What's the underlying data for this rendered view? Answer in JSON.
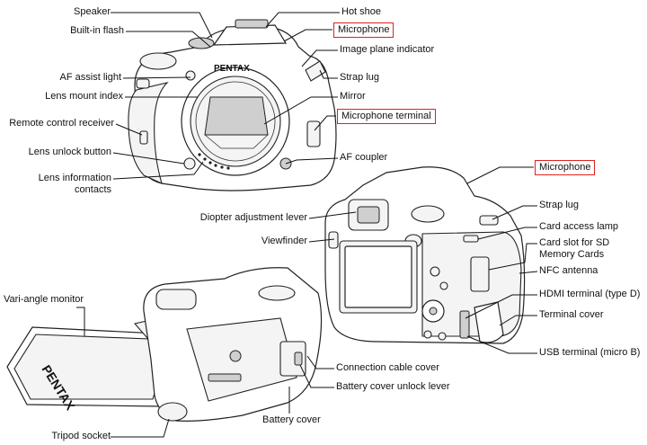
{
  "labels": {
    "speaker": "Speaker",
    "built_in_flash": "Built-in flash",
    "af_assist_light": "AF assist light",
    "lens_mount_index": "Lens mount index",
    "remote_control_receiver": "Remote control receiver",
    "lens_unlock_button": "Lens unlock button",
    "lens_information_contacts": "Lens information contacts",
    "hot_shoe": "Hot shoe",
    "microphone_front": "Microphone",
    "image_plane_indicator": "Image plane indicator",
    "strap_lug_front": "Strap lug",
    "mirror": "Mirror",
    "microphone_terminal": "Microphone terminal",
    "af_coupler": "AF coupler",
    "microphone_back": "Microphone",
    "diopter_adjustment_lever": "Diopter adjustment lever",
    "viewfinder": "Viewfinder",
    "strap_lug_back": "Strap lug",
    "card_access_lamp": "Card access lamp",
    "card_slot": "Card slot for SD Memory Cards",
    "nfc_antenna": "NFC antenna",
    "hdmi_terminal": "HDMI terminal (type D)",
    "terminal_cover": "Terminal cover",
    "usb_terminal": "USB terminal (micro B)",
    "vari_angle_monitor": "Vari-angle monitor",
    "connection_cable_cover": "Connection cable cover",
    "battery_cover_unlock_lever": "Battery cover unlock lever",
    "battery_cover": "Battery cover",
    "tripod_socket": "Tripod socket"
  },
  "camera_marks": {
    "brand": "PENTAX",
    "monitor_brand": "PENTAX"
  },
  "colors": {
    "highlight_border": "#e02020",
    "line": "#111111"
  }
}
